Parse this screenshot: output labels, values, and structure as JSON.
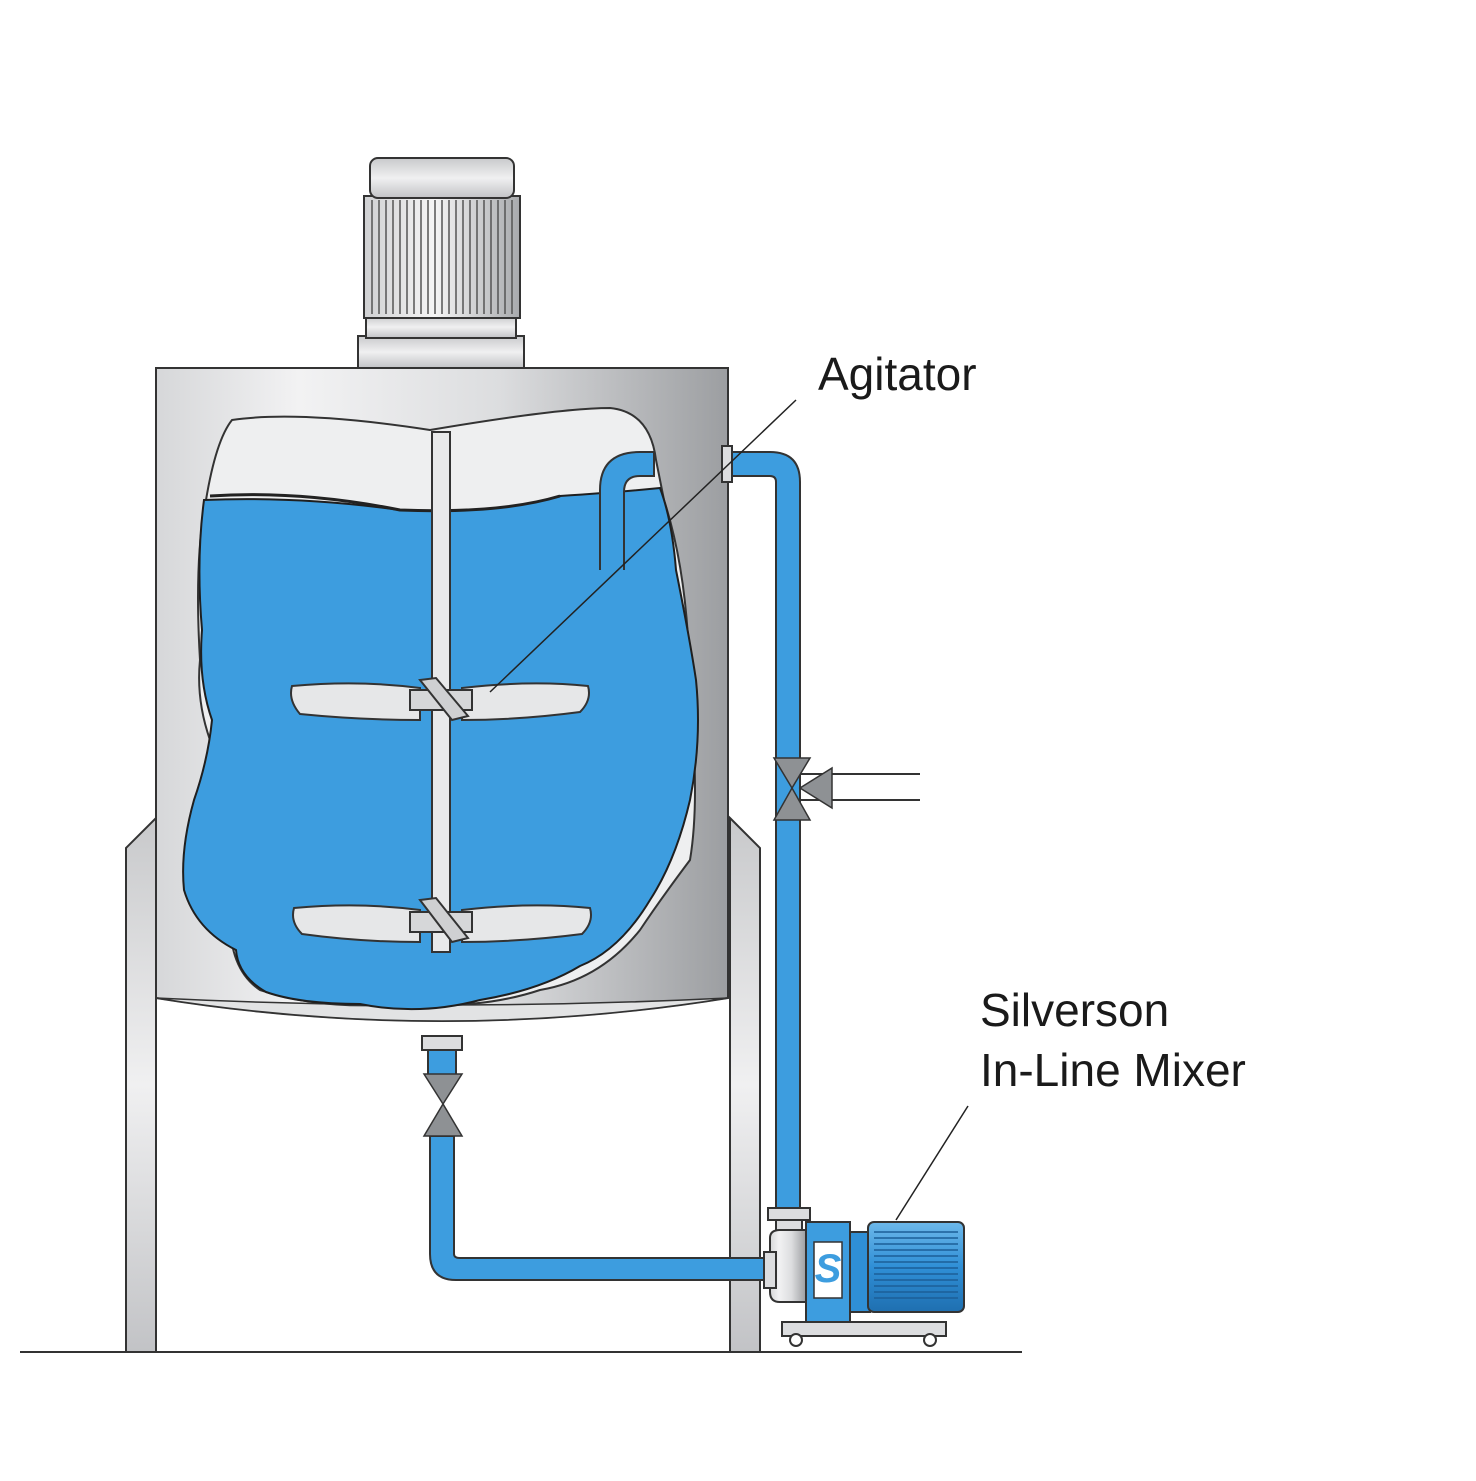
{
  "labels": {
    "agitator": "Agitator",
    "mixer_line1": "Silverson",
    "mixer_line2": "In-Line Mixer"
  },
  "colors": {
    "liquid": "#3d9ddf",
    "steel_light": "#e8e9ea",
    "steel_dark": "#a2a4a7",
    "outline": "#333333",
    "valve": "#8e9194",
    "background": "#ffffff"
  },
  "icons": {
    "motor": "agitator-motor-icon",
    "valve": "butterfly-valve-icon",
    "mixer_logo": "silverson-s-logo"
  }
}
